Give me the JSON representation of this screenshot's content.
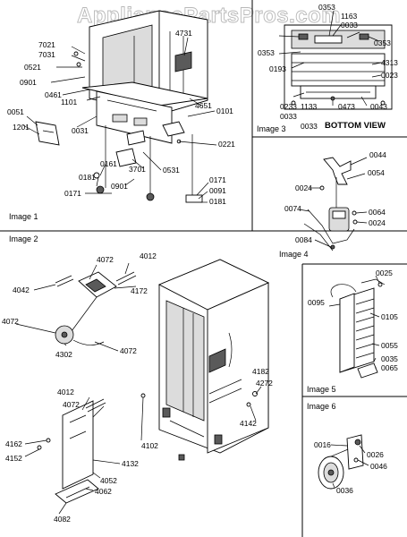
{
  "watermark": "AppliancePartsPros.com",
  "images": [
    {
      "title": "Image 1",
      "labels": [
        "4731",
        "7021",
        "7031",
        "0521",
        "0901",
        "0461",
        "1101",
        "4651",
        "0101",
        "0051",
        "1201",
        "0031",
        "0221",
        "3701",
        "0531",
        "0161",
        "0181",
        "0901",
        "0171",
        "0171",
        "0091",
        "0181"
      ]
    },
    {
      "title": "Image 2",
      "labels": [
        "4072",
        "4012",
        "4042",
        "4172",
        "4072",
        "4302",
        "4072",
        "4012",
        "4072",
        "4102",
        "4182",
        "4272",
        "4142",
        "4162",
        "4152",
        "4132",
        "4052",
        "4062",
        "4082"
      ]
    },
    {
      "title": "Image 3",
      "bottom_view": "BOTTOM VIEW",
      "labels": [
        "0353",
        "1163",
        "0033",
        "0353",
        "0353",
        "0193",
        "4313",
        "0023",
        "0233",
        "0033",
        "1133",
        "0033",
        "0473",
        "0043"
      ]
    },
    {
      "title": "Image 4",
      "labels": [
        "0044",
        "0054",
        "0024",
        "0074",
        "0064",
        "0024",
        "0084"
      ]
    },
    {
      "title": "Image 5",
      "labels": [
        "0025",
        "0095",
        "0105",
        "0055",
        "0035",
        "0065"
      ]
    },
    {
      "title": "Image 6",
      "labels": [
        "0016",
        "0026",
        "0046",
        "0036"
      ]
    }
  ]
}
